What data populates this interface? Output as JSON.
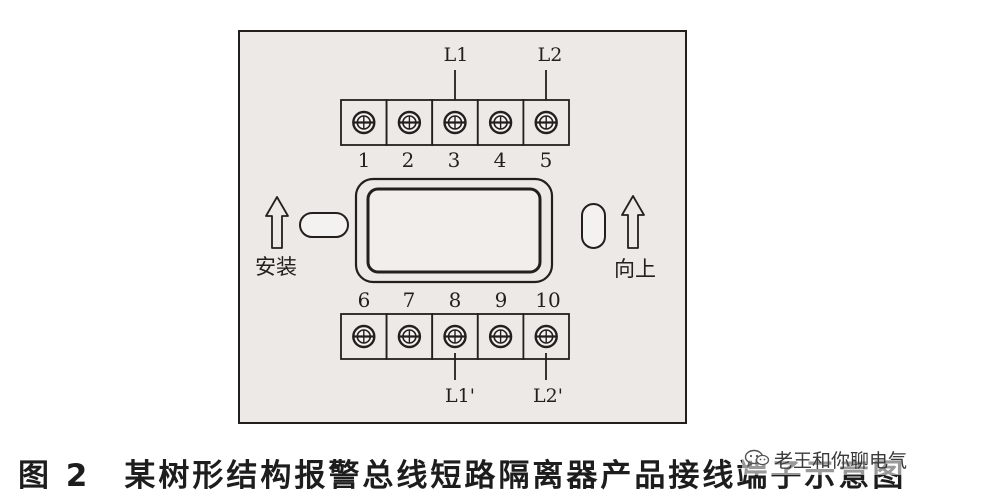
{
  "figure": {
    "top_wire_labels": [
      "L1",
      "L2"
    ],
    "terminal_numbers_top": [
      "1",
      "2",
      "3",
      "4",
      "5"
    ],
    "terminal_numbers_bottom": [
      "6",
      "7",
      "8",
      "9",
      "10"
    ],
    "bottom_wire_labels": [
      "L1'",
      "L2'"
    ],
    "left_label": "安装",
    "right_label": "向上",
    "caption": "图 2　某树形结构报警总线短路隔离器产品接线端子示意图"
  },
  "watermark": {
    "text": "老王和你聊电气",
    "icon": "wechat-chat-icon"
  },
  "colors": {
    "panel": "#ece9e6",
    "line": "#231f1c",
    "page": "#ffffff"
  }
}
